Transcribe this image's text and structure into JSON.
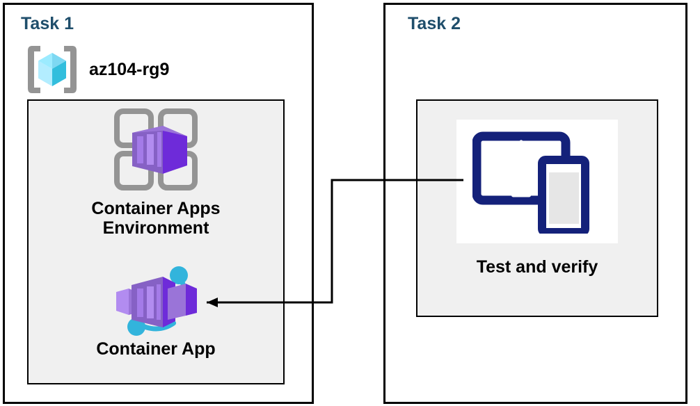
{
  "diagram": {
    "title_color": "#1F4E6B",
    "panels": [
      {
        "id": "task1",
        "title": "Task 1"
      },
      {
        "id": "task2",
        "title": "Task 2"
      }
    ],
    "task1": {
      "title": "Task 1",
      "resource_group": {
        "icon": "azure-resource-group-icon",
        "label": "az104-rg9"
      },
      "nodes": [
        {
          "icon": "container-apps-environment-icon",
          "label": "Container Apps\nEnvironment"
        },
        {
          "icon": "container-app-icon",
          "label": "Container App"
        }
      ]
    },
    "task2": {
      "title": "Task 2",
      "nodes": [
        {
          "icon": "test-and-verify-devices-icon",
          "label": "Test and verify"
        }
      ]
    },
    "connector": {
      "from": "test-and-verify-devices-icon",
      "to": "container-app-icon",
      "style": "orthogonal-arrow",
      "color": "#000000"
    },
    "colors": {
      "panel_border": "#000000",
      "inner_box_fill": "#F0F0F0",
      "title_blue": "#1F4E6B",
      "container_purple": "#8661C5",
      "container_purple_dark": "#6E2BD9",
      "accent_cyan": "#32B4DC",
      "resource_group_cyan": "#50E6FF",
      "device_navy": "#14217A",
      "bracket_gray": "#949494"
    }
  }
}
